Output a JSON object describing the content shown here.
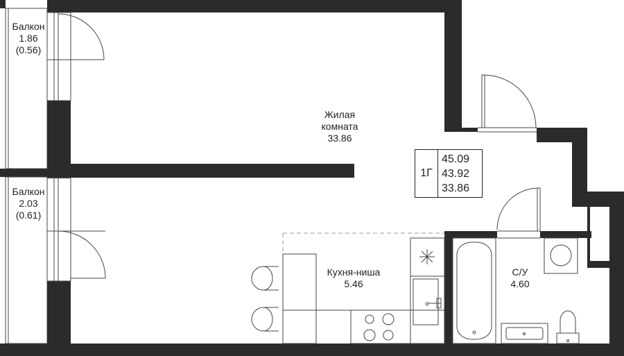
{
  "rooms": {
    "balcony_top": {
      "name": "Балкон",
      "area": "1.86",
      "area_coef": "(0.56)"
    },
    "balcony_bottom": {
      "name": "Балкон",
      "area": "2.03",
      "area_coef": "(0.61)"
    },
    "living_room": {
      "name_line1": "Жилая",
      "name_line2": "комната",
      "area": "33.86"
    },
    "kitchen": {
      "name": "Кухня-ниша",
      "area": "5.46"
    },
    "bathroom": {
      "name": "С/У",
      "area": "4.60"
    }
  },
  "apartment": {
    "type": "1Г",
    "total_area": "45.09",
    "area_excl_balcony": "43.92",
    "living_area": "33.86"
  },
  "colors": {
    "wall": "#2b2b2b",
    "line": "#444444",
    "background": "#ffffff"
  }
}
